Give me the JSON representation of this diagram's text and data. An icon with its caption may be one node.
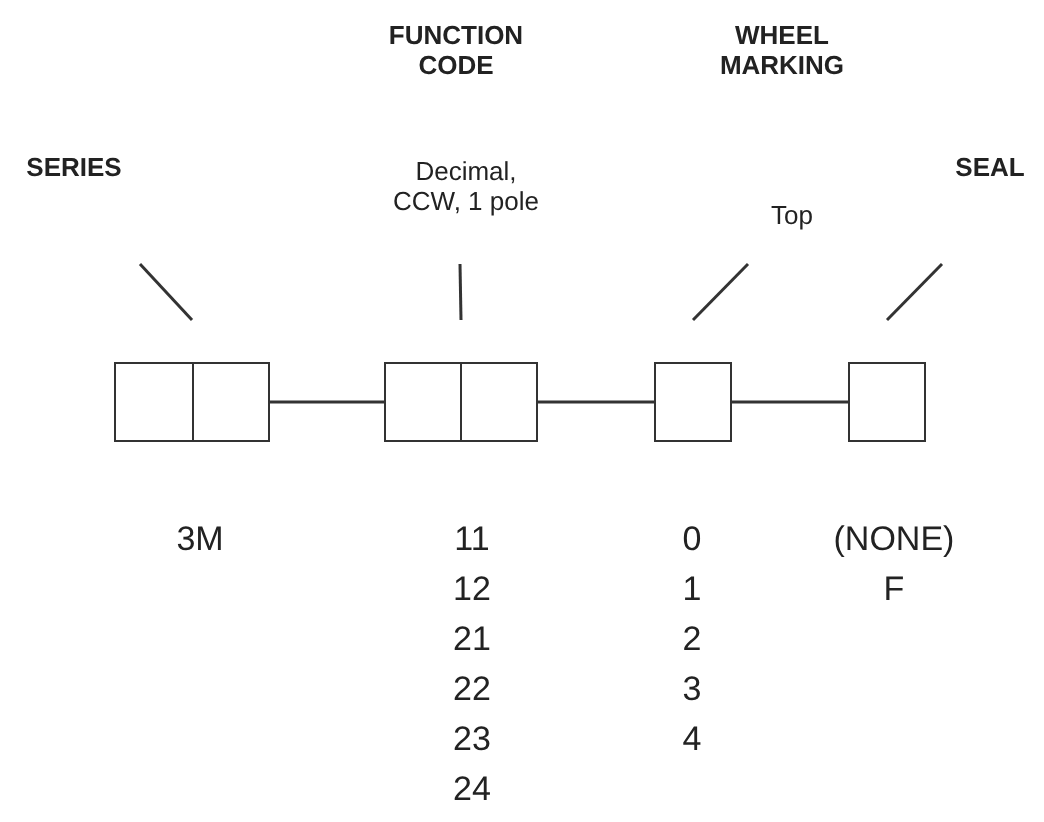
{
  "diagram": {
    "nodes": [
      {
        "text": [
          "SERIES"
        ]
      },
      {
        "text": [
          "FUNCTION CODE",
          "Decimal, CCW, 1 pole"
        ]
      },
      {
        "text": [
          "WHEEL MARKING",
          "Top"
        ]
      },
      {
        "text": [
          "SEAL"
        ]
      },
      {
        "text": [],
        "shape": "box",
        "beside": [
          "3M"
        ]
      },
      {
        "text": [],
        "shape": "box",
        "beside": [
          "11",
          "12",
          "21",
          "22",
          "23",
          "24"
        ]
      },
      {
        "text": [],
        "shape": "box",
        "beside": [
          "0",
          "1",
          "2",
          "3",
          "4"
        ]
      },
      {
        "text": [],
        "shape": "box",
        "beside": [
          "(NONE)",
          "F"
        ]
      }
    ],
    "edges": [
      {
        "from": 0,
        "to": 4,
        "arrow": "none"
      },
      {
        "from": 1,
        "to": 5,
        "arrow": "none"
      },
      {
        "from": 2,
        "to": 6,
        "arrow": "none"
      },
      {
        "from": 3,
        "to": 7,
        "arrow": "none"
      },
      {
        "from": 4,
        "to": 5,
        "arrow": "none"
      },
      {
        "from": 5,
        "to": 6,
        "arrow": "none"
      },
      {
        "from": 6,
        "to": 7,
        "arrow": "none"
      }
    ]
  }
}
